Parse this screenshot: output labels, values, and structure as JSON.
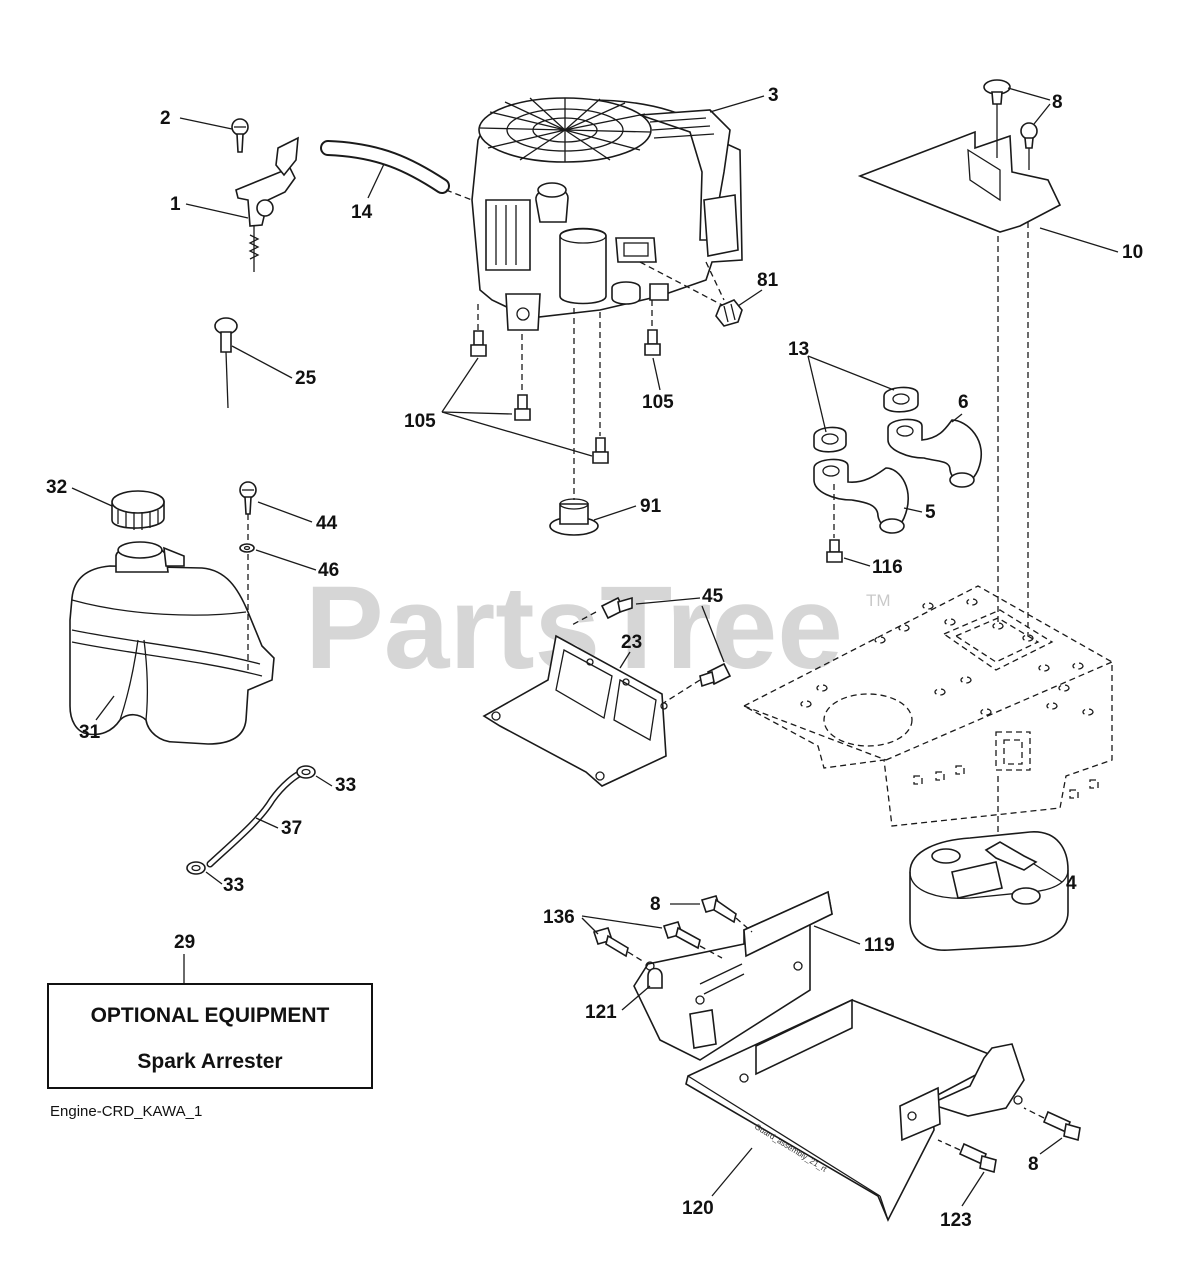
{
  "watermark": {
    "text": "PartsTree",
    "tm": "TM"
  },
  "callouts": {
    "c1": "1",
    "c2": "2",
    "c3": "3",
    "c4": "4",
    "c5": "5",
    "c6": "6",
    "c8a": "8",
    "c8b": "8",
    "c8c": "8",
    "c10": "10",
    "c13": "13",
    "c14": "14",
    "c23": "23",
    "c25": "25",
    "c29": "29",
    "c31": "31",
    "c32": "32",
    "c33a": "33",
    "c33b": "33",
    "c37": "37",
    "c44": "44",
    "c45": "45",
    "c46": "46",
    "c81": "81",
    "c91": "91",
    "c105a": "105",
    "c105b": "105",
    "c116": "116",
    "c119": "119",
    "c120": "120",
    "c121": "121",
    "c123": "123",
    "c136": "136"
  },
  "optional_box": {
    "title": "OPTIONAL EQUIPMENT",
    "subtitle": "Spark Arrester"
  },
  "figure_id": "Engine-CRD_KAWA_1",
  "guard_stamp": "Guard_assembly_21_rt"
}
